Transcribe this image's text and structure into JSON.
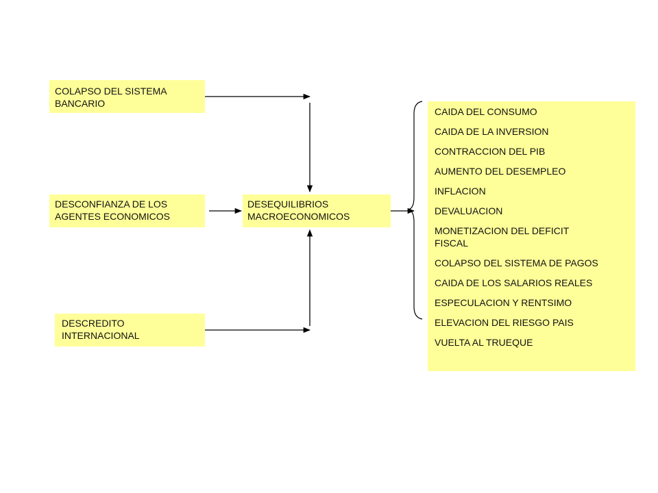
{
  "causes": [
    {
      "lines": [
        "COLAPSO DEL SISTEMA",
        "BANCARIO"
      ]
    },
    {
      "lines": [
        "DESCONFIANZA DE LOS",
        "AGENTES ECONOMICOS"
      ]
    },
    {
      "lines": [
        "DESCREDITO",
        "INTERNACIONAL"
      ]
    }
  ],
  "center": {
    "lines": [
      "DESEQUILIBRIOS",
      "MACROECONOMICOS"
    ]
  },
  "effects": [
    [
      "CAIDA DEL CONSUMO"
    ],
    [
      "CAIDA DE LA INVERSION"
    ],
    [
      "CONTRACCION DEL  PIB"
    ],
    [
      "AUMENTO DEL DESEMPLEO"
    ],
    [
      "INFLACION"
    ],
    [
      "DEVALUACION"
    ],
    [
      "MONETIZACION DEL DEFICIT",
      "FISCAL"
    ],
    [
      "COLAPSO DEL SISTEMA DE PAGOS"
    ],
    [
      "CAIDA DE LOS SALARIOS REALES"
    ],
    [
      "ESPECULACION  Y RENTSIMO"
    ],
    [
      "ELEVACION DEL RIESGO PAIS"
    ],
    [
      "VUELTA AL TRUEQUE"
    ]
  ],
  "colors": {
    "box_fill": "#ffff99",
    "line": "#000000"
  }
}
